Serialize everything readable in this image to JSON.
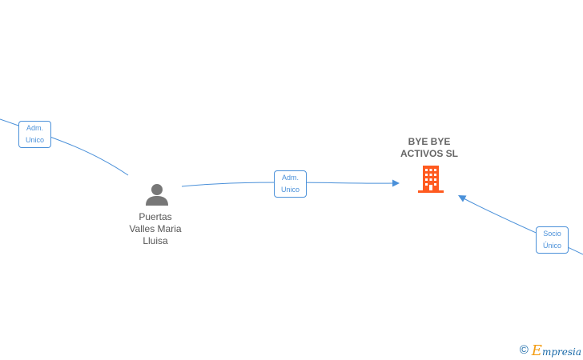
{
  "company": {
    "name_line1": "BYE BYE",
    "name_line2": "ACTIVOS  SL",
    "icon": "building-icon",
    "icon_color": "#ff5a1f"
  },
  "person": {
    "name_line1": "Puertas",
    "name_line2": "Valles Maria",
    "name_line3": "Lluisa",
    "icon": "person-icon",
    "icon_color": "#777777"
  },
  "edges": {
    "offscreen_to_person": {
      "line1": "Adm.",
      "line2": "Unico"
    },
    "person_to_company": {
      "line1": "Adm.",
      "line2": "Unico"
    },
    "offscreen_to_company": {
      "line1": "Socio",
      "line2": "Único"
    }
  },
  "edge_color": "#4a90d9",
  "branding": {
    "copyright": "©",
    "name_initial": "E",
    "name_rest": "mpresia",
    "initial_color": "#f39c12",
    "name_color": "#1a6aa8"
  }
}
